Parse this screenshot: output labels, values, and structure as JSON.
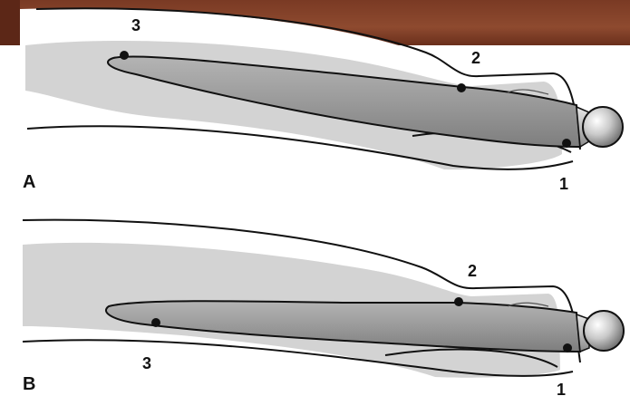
{
  "panels": [
    {
      "id": "A",
      "label": "A",
      "points": [
        {
          "number": "1"
        },
        {
          "number": "2"
        },
        {
          "number": "3"
        }
      ]
    },
    {
      "id": "B",
      "label": "B",
      "points": [
        {
          "number": "1"
        },
        {
          "number": "2"
        },
        {
          "number": "3"
        }
      ]
    }
  ],
  "colors": {
    "bone_outline": "#111111",
    "canal_fill": "#d3d3d3",
    "stem_fill": "#9a9a9a",
    "contact_point": "#111111"
  }
}
